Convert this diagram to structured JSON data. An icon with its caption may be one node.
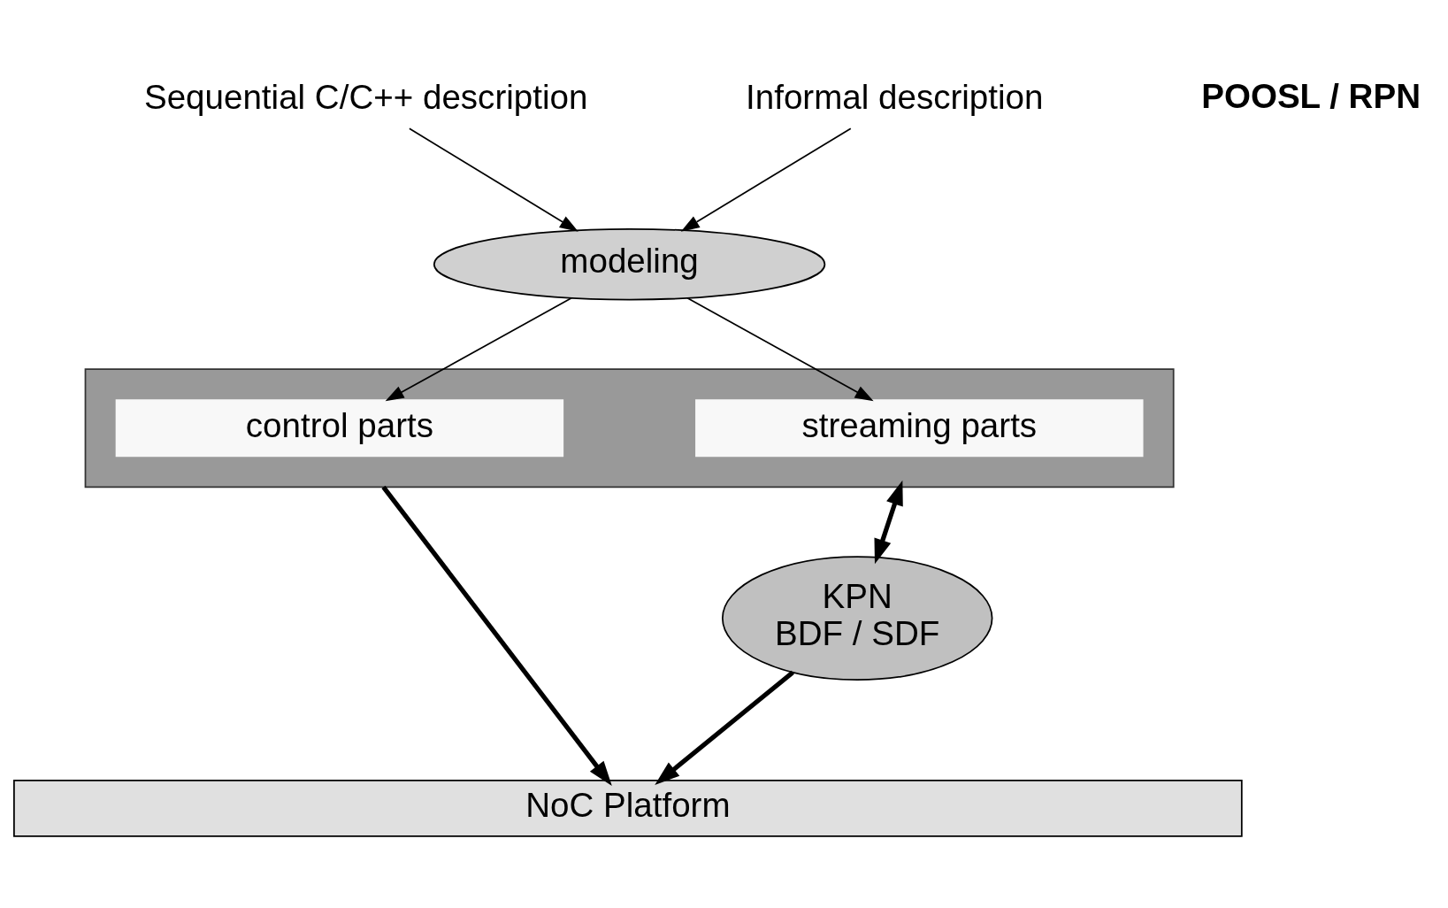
{
  "diagram": {
    "nodes": [
      {
        "text": [
          "Sequential C/C++ description"
        ]
      },
      {
        "text": [
          "Informal description"
        ]
      },
      {
        "text": [
          "modeling"
        ]
      },
      {
        "text": [],
        "shape": "box"
      },
      {
        "text": [
          "control parts"
        ],
        "in": 3
      },
      {
        "text": [
          "streaming parts"
        ],
        "in": 3
      },
      {
        "text": [
          "KPN",
          "BDF / SDF"
        ]
      },
      {
        "text": [
          "NoC Platform"
        ]
      }
    ],
    "edges": [
      {
        "from": 0,
        "to": 2,
        "arrow": "to"
      },
      {
        "from": 1,
        "to": 2,
        "arrow": "to"
      },
      {
        "from": 2,
        "to": 4,
        "arrow": "to"
      },
      {
        "from": 2,
        "to": 5,
        "arrow": "to"
      },
      {
        "from": 3,
        "to": 7,
        "arrow": "to",
        "style": "thick"
      },
      {
        "from": 3,
        "to": 6,
        "arrow": "both",
        "style": "thick"
      },
      {
        "from": 6,
        "to": 7,
        "arrow": "to",
        "style": "thick"
      }
    ],
    "labels": [
      "POOSL / RPN"
    ]
  }
}
